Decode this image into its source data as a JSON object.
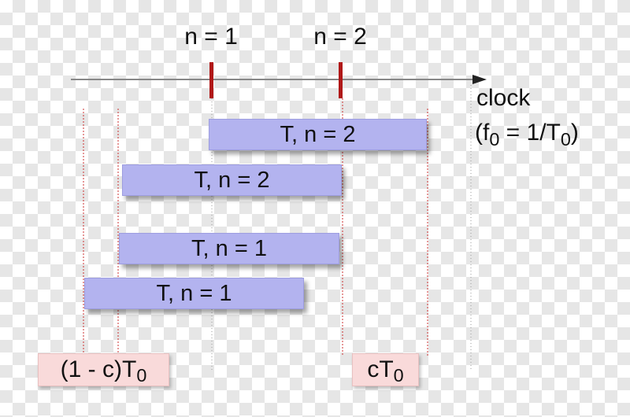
{
  "ticks": [
    {
      "label": "n = 1"
    },
    {
      "label": "n = 2"
    }
  ],
  "axis": {
    "label": "clock",
    "freq_prefix": "(f",
    "freq_sub": "0",
    "freq_mid": " = 1/T",
    "freq_sub2": "0",
    "freq_suffix": ")"
  },
  "bars": [
    {
      "label": "T, n = 2"
    },
    {
      "label": "T, n = 2"
    },
    {
      "label": "T, n = 1"
    },
    {
      "label": "T, n = 1"
    }
  ],
  "boxes": {
    "left_main": "(1 - c)T",
    "left_sub": "0",
    "right_main": "cT",
    "right_sub": "0"
  },
  "colors": {
    "bar_fill": "#b3b3ef",
    "box_fill": "#f9dada",
    "tick_mark": "#b01818",
    "guide_red": "#cc3333",
    "guide_gray": "#9a9a9a",
    "axis": "#888888"
  }
}
